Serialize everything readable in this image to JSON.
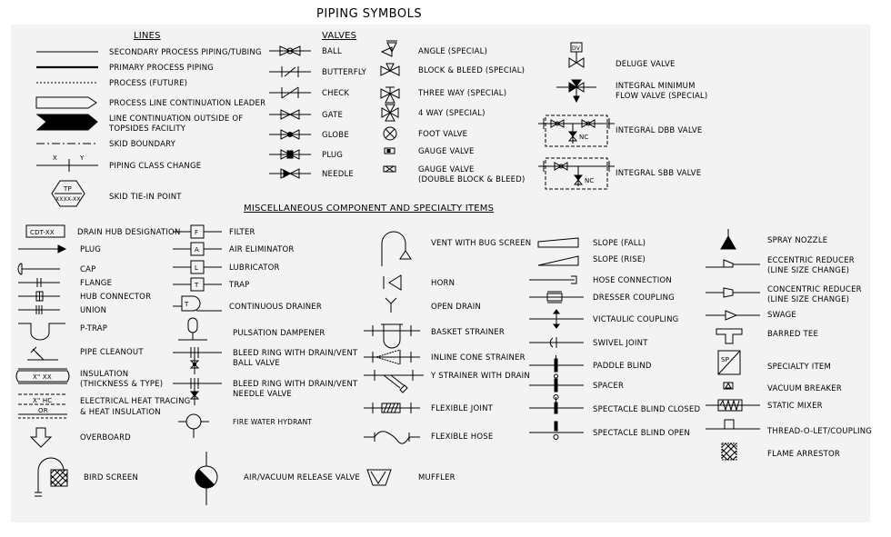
{
  "title": "PIPING SYMBOLS",
  "headings": {
    "lines": "LINES",
    "valves": "VALVES",
    "misc": "MISCELLANEOUS COMPONENT AND SPECIALTY ITEMS"
  },
  "lines": [
    [
      "SECONDARY PROCESS PIPING/TUBING"
    ],
    [
      "PRIMARY PROCESS PIPING"
    ],
    [
      "PROCESS (FUTURE)"
    ],
    [
      "PROCESS LINE CONTINUATION LEADER"
    ],
    [
      "LINE CONTINUATION OUTSIDE OF",
      "TOPSIDES FACILITY"
    ],
    [
      "SKID BOUNDARY"
    ],
    [
      "PIPING CLASS CHANGE"
    ],
    [
      "SKID TIE-IN POINT"
    ]
  ],
  "lines_marks": {
    "x": "X",
    "y": "Y",
    "tp": "TP",
    "tp_code": "XXXX-XX"
  },
  "valves_left": [
    "BALL",
    "BUTTERFLY",
    "CHECK",
    "GATE",
    "GLOBE",
    "PLUG",
    "NEEDLE"
  ],
  "valves_mid": [
    [
      "ANGLE (SPECIAL)"
    ],
    [
      "BLOCK & BLEED (SPECIAL)"
    ],
    [
      "THREE WAY (SPECIAL)"
    ],
    [
      "4 WAY (SPECIAL)"
    ],
    [
      "FOOT VALVE"
    ],
    [
      "GAUGE VALVE"
    ],
    [
      "GAUGE VALVE",
      "(DOUBLE BLOCK & BLEED)"
    ]
  ],
  "valves_right": [
    [
      "DELUGE VALVE"
    ],
    [
      "INTEGRAL MINIMUM",
      "FLOW VALVE (SPECIAL)"
    ],
    [
      "INTEGRAL DBB VALVE"
    ],
    [
      "INTEGRAL SBB VALVE"
    ]
  ],
  "valve_marks": {
    "dv": "DV",
    "nc": "NC"
  },
  "misc_col1": [
    [
      "DRAIN HUB DESIGNATION"
    ],
    [
      "PLUG"
    ],
    [
      "CAP"
    ],
    [
      "FLANGE"
    ],
    [
      "HUB CONNECTOR"
    ],
    [
      "UNION"
    ],
    [
      "P-TRAP"
    ],
    [
      "PIPE CLEANOUT"
    ],
    [
      "INSULATION",
      "(THICKNESS & TYPE)"
    ],
    [
      "ELECTRICAL HEAT TRACING",
      "& HEAT INSULATION"
    ],
    [
      "OVERBOARD"
    ],
    [
      "BIRD SCREEN"
    ]
  ],
  "misc_col1_marks": {
    "drain": "CDT-XX",
    "ins": "X\" XX",
    "heat": "X\" HC",
    "or": "OR"
  },
  "misc_col2": [
    [
      "FILTER"
    ],
    [
      "AIR ELIMINATOR"
    ],
    [
      "LUBRICATOR"
    ],
    [
      "TRAP"
    ],
    [
      "CONTINUOUS DRAINER"
    ],
    [
      "PULSATION DAMPENER"
    ],
    [
      "BLEED RING WITH DRAIN/VENT",
      "BALL VALVE"
    ],
    [
      "BLEED RING WITH DRAIN/VENT",
      "NEEDLE VALVE"
    ],
    [
      "FIRE WATER HYDRANT"
    ],
    [
      "AIR/VACUUM RELEASE VALVE"
    ]
  ],
  "misc_col2_marks": {
    "f": "F",
    "a": "A",
    "l": "L",
    "t": "T",
    "t2": "T"
  },
  "misc_col3": [
    [
      "VENT WITH BUG SCREEN"
    ],
    [
      "HORN"
    ],
    [
      "OPEN DRAIN"
    ],
    [
      "BASKET STRAINER"
    ],
    [
      "INLINE CONE STRAINER"
    ],
    [
      "Y STRAINER WITH DRAIN"
    ],
    [
      "FLEXIBLE JOINT"
    ],
    [
      "FLEXIBLE HOSE"
    ],
    [
      "MUFFLER"
    ]
  ],
  "misc_col4": [
    [
      "SLOPE (FALL)"
    ],
    [
      "SLOPE (RISE)"
    ],
    [
      "HOSE CONNECTION"
    ],
    [
      "DRESSER COUPLING"
    ],
    [
      "VICTAULIC COUPLING"
    ],
    [
      "SWIVEL JOINT"
    ],
    [
      "PADDLE BLIND"
    ],
    [
      "SPACER"
    ],
    [
      "SPECTACLE BLIND CLOSED"
    ],
    [
      "SPECTACLE BLIND OPEN"
    ]
  ],
  "misc_col5": [
    [
      "SPRAY NOZZLE"
    ],
    [
      "ECCENTRIC REDUCER",
      "(LINE SIZE CHANGE)"
    ],
    [
      "CONCENTRIC REDUCER",
      "(LINE SIZE CHANGE)"
    ],
    [
      "SWAGE"
    ],
    [
      "BARRED TEE"
    ],
    [
      "SPECIALTY ITEM"
    ],
    [
      "VACUUM BREAKER"
    ],
    [
      "STATIC MIXER"
    ],
    [
      "THREAD-O-LET/COUPLING"
    ],
    [
      "FLAME ARRESTOR"
    ]
  ],
  "misc_col5_marks": {
    "sp": "SP"
  }
}
